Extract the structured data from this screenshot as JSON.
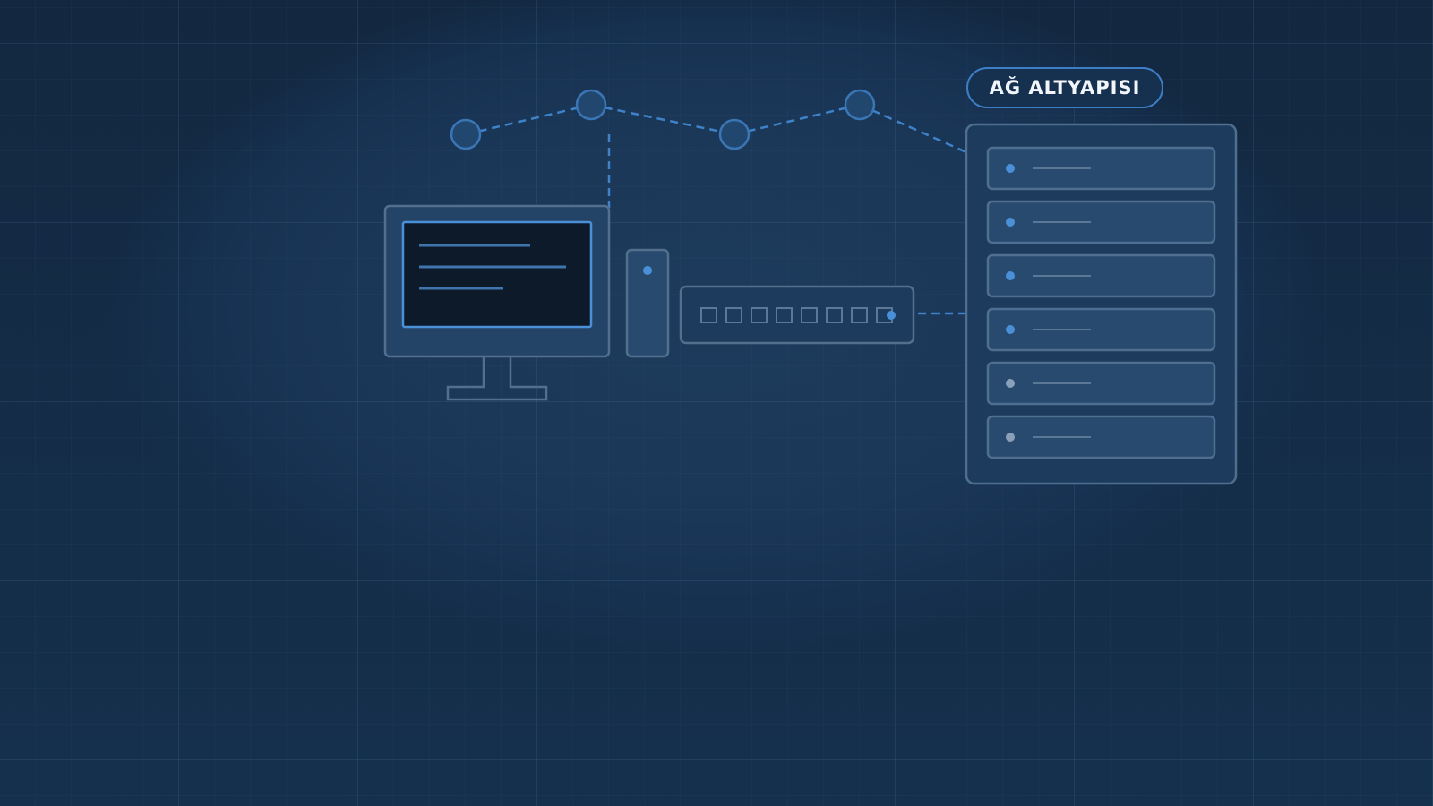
{
  "header": {
    "title": "AĞ ALTYAPISI"
  },
  "colors": {
    "background": "#142a44",
    "accent": "#4a90d9",
    "panel_fill": "#284a6e",
    "panel_stroke": "#4f6f90",
    "screen_fill": "#0c1a2a"
  },
  "icons": {
    "monitor": "monitor-icon",
    "tower": "computer-tower-icon",
    "switch": "network-switch-icon",
    "rack": "server-rack-icon",
    "nodes": "network-node-icon"
  },
  "rack": {
    "unit_count": 6
  },
  "switch": {
    "port_count": 8
  }
}
